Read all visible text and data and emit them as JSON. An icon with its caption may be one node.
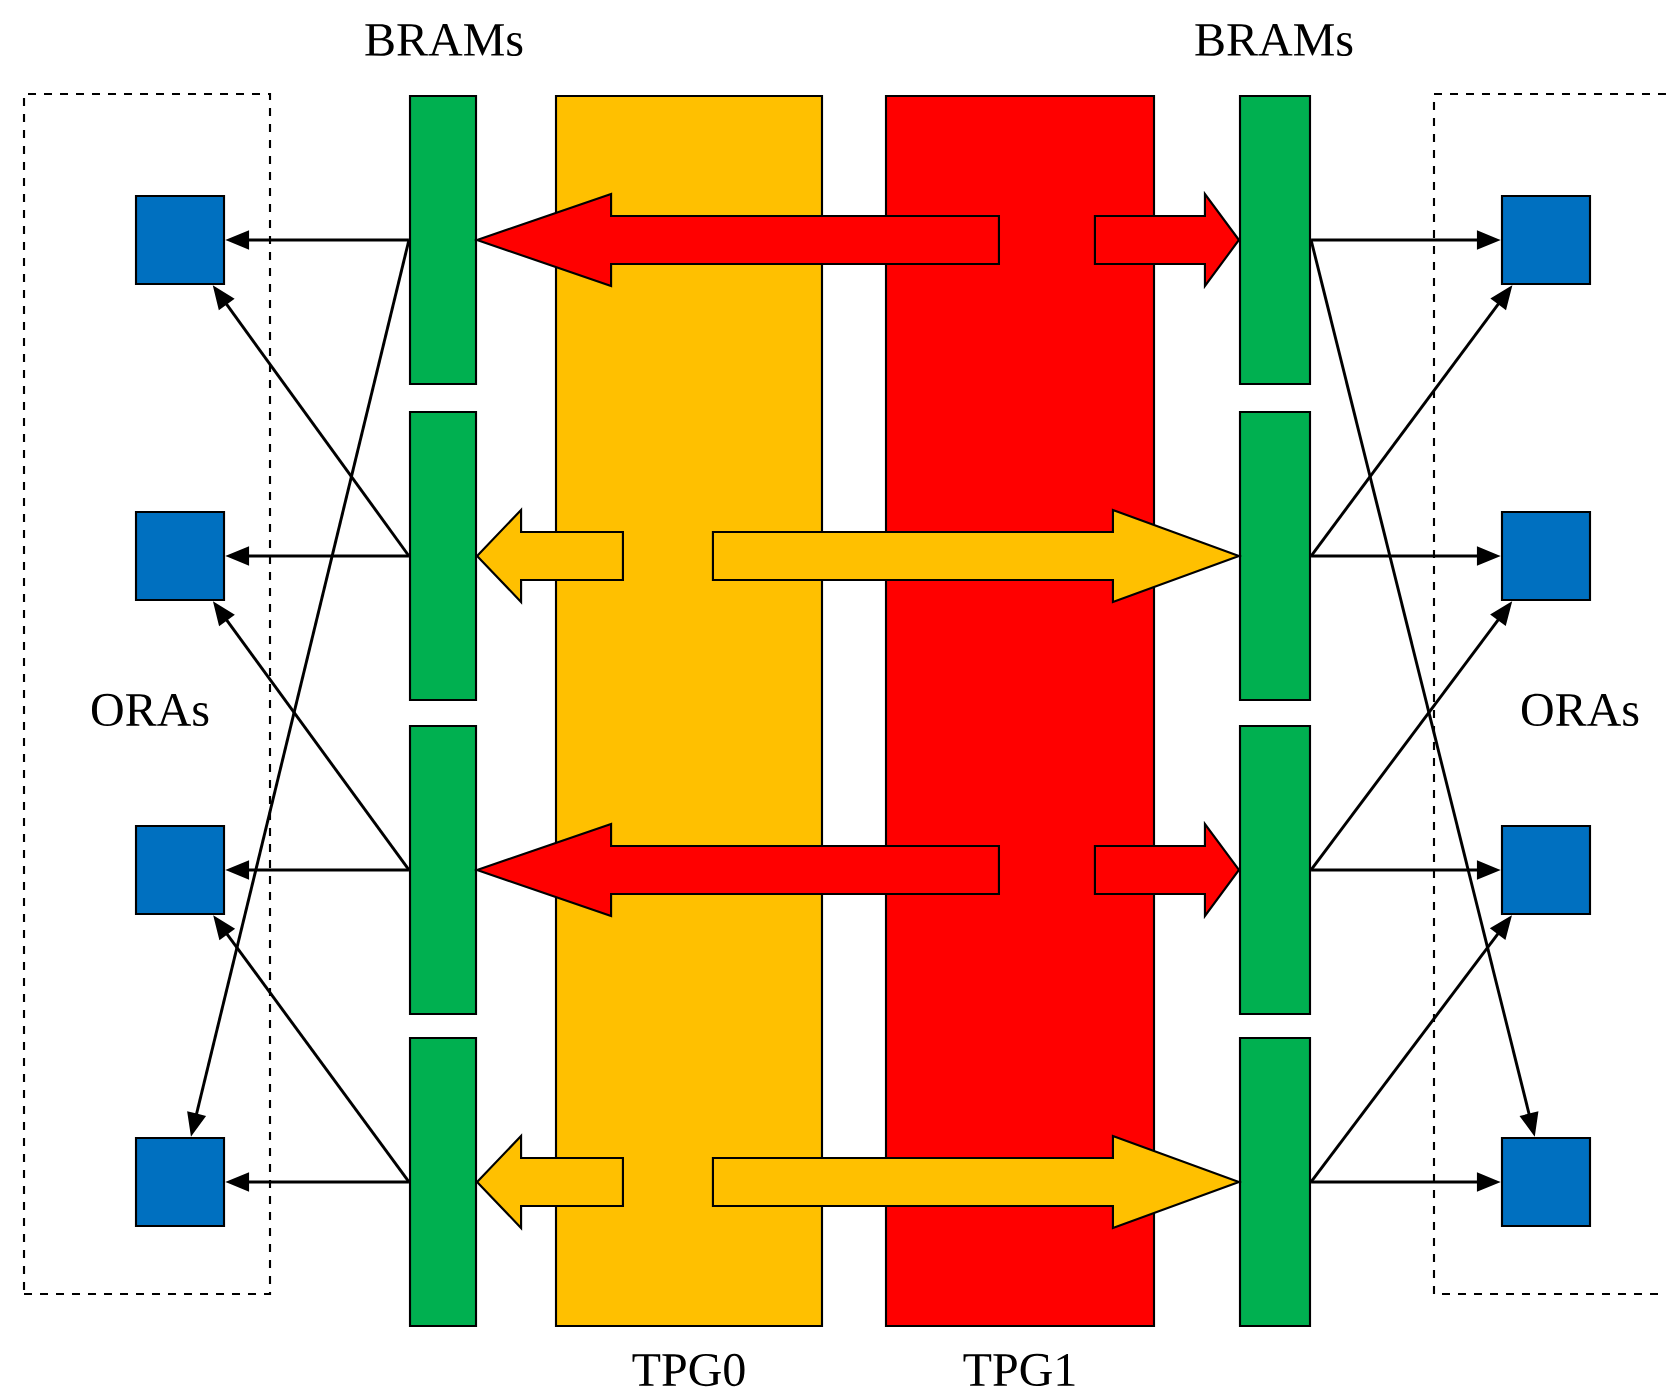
{
  "diagram": {
    "nodes": [
      {
        "text": [
          "ORAs"
        ]
      },
      {
        "text": [],
        "shape": "box",
        "in": 0
      },
      {
        "text": [],
        "shape": "box",
        "in": 0
      },
      {
        "text": [],
        "shape": "box",
        "in": 0
      },
      {
        "text": [],
        "shape": "box",
        "in": 0
      },
      {
        "text": [],
        "shape": "bar"
      },
      {
        "text": [],
        "shape": "bar"
      },
      {
        "text": [],
        "shape": "bar"
      },
      {
        "text": [],
        "shape": "bar"
      },
      {
        "text": [
          "TPG0"
        ]
      },
      {
        "text": [
          "TPG1"
        ]
      },
      {
        "text": [],
        "shape": "bar"
      },
      {
        "text": [],
        "shape": "bar"
      },
      {
        "text": [],
        "shape": "bar"
      },
      {
        "text": [],
        "shape": "bar"
      },
      {
        "text": [
          "ORAs"
        ]
      },
      {
        "text": [],
        "shape": "box",
        "in": 15
      },
      {
        "text": [],
        "shape": "box",
        "in": 15
      },
      {
        "text": [],
        "shape": "box",
        "in": 15
      },
      {
        "text": [],
        "shape": "box",
        "in": 15
      }
    ],
    "edges": [
      {
        "from": 10,
        "to": 5,
        "arrow": "to",
        "style": "thick",
        "color": "#ff0000"
      },
      {
        "from": 10,
        "to": 11,
        "arrow": "to",
        "style": "thick",
        "color": "#ff0000"
      },
      {
        "from": 9,
        "to": 6,
        "arrow": "to",
        "style": "thick",
        "color": "#ffc000"
      },
      {
        "from": 9,
        "to": 12,
        "arrow": "to",
        "style": "thick",
        "color": "#ffc000"
      },
      {
        "from": 10,
        "to": 7,
        "arrow": "to",
        "style": "thick",
        "color": "#ff0000"
      },
      {
        "from": 10,
        "to": 13,
        "arrow": "to",
        "style": "thick",
        "color": "#ff0000"
      },
      {
        "from": 9,
        "to": 8,
        "arrow": "to",
        "style": "thick",
        "color": "#ffc000"
      },
      {
        "from": 9,
        "to": 14,
        "arrow": "to",
        "style": "thick",
        "color": "#ffc000"
      },
      {
        "from": 5,
        "to": 1,
        "arrow": "to"
      },
      {
        "from": 5,
        "to": 4,
        "arrow": "to"
      },
      {
        "from": 6,
        "to": 2,
        "arrow": "to"
      },
      {
        "from": 6,
        "to": 1,
        "arrow": "to"
      },
      {
        "from": 7,
        "to": 3,
        "arrow": "to"
      },
      {
        "from": 7,
        "to": 2,
        "arrow": "to"
      },
      {
        "from": 8,
        "to": 4,
        "arrow": "to"
      },
      {
        "from": 8,
        "to": 3,
        "arrow": "to"
      },
      {
        "from": 11,
        "to": 16,
        "arrow": "to"
      },
      {
        "from": 11,
        "to": 19,
        "arrow": "to"
      },
      {
        "from": 12,
        "to": 17,
        "arrow": "to"
      },
      {
        "from": 12,
        "to": 16,
        "arrow": "to"
      },
      {
        "from": 13,
        "to": 18,
        "arrow": "to"
      },
      {
        "from": 13,
        "to": 17,
        "arrow": "to"
      },
      {
        "from": 14,
        "to": 19,
        "arrow": "to"
      },
      {
        "from": 14,
        "to": 18,
        "arrow": "to"
      }
    ],
    "labels": [
      "BRAMs",
      "BRAMs"
    ]
  }
}
